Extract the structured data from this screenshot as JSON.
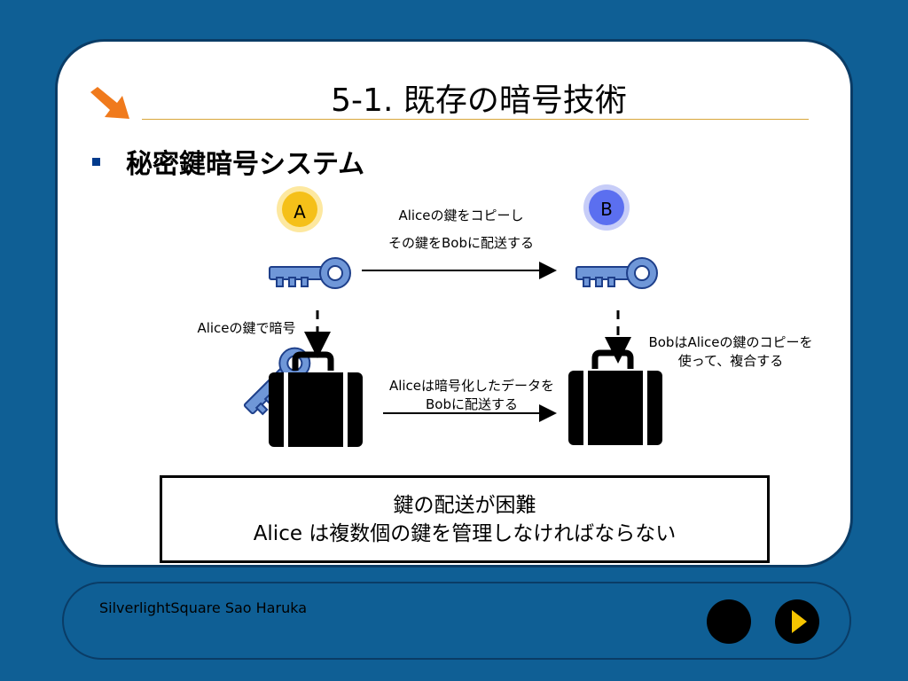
{
  "slide": {
    "title": "5-1. 既存の暗号技術",
    "subtitle": "秘密鍵暗号システム"
  },
  "diagram": {
    "alice_badge": "A",
    "bob_badge": "B",
    "copy_label_line1": "Aliceの鍵をコピーし",
    "copy_label_line2": "その鍵をBobに配送する",
    "encrypt_label": "Aliceの鍵で暗号",
    "decrypt_label_line1": "BobはAliceの鍵のコピーを",
    "decrypt_label_line2": "使って、複合する",
    "send_label_line1": "Aliceは暗号化したデータを",
    "send_label_line2": "Bobに配送する"
  },
  "conclusion": {
    "line1": "鍵の配送が困難",
    "line2": "Alice は複数個の鍵を管理しなければならない"
  },
  "footer": {
    "credit": "SilverlightSquare Sao Haruka"
  },
  "icons": {
    "arrow": "orange-arrow-icon",
    "key": "key-icon",
    "briefcase": "briefcase-icon",
    "nav_prev": "nav-blank-icon",
    "nav_next": "play-triangle-icon"
  },
  "colors": {
    "background": "#0f5f95",
    "panel": "#ffffff",
    "accent_orange": "#f07a1c",
    "alice_badge": "#f5c019",
    "bob_badge": "#5b6ff0",
    "key": "#6f97d8",
    "nav_arrow": "#f5c400"
  }
}
